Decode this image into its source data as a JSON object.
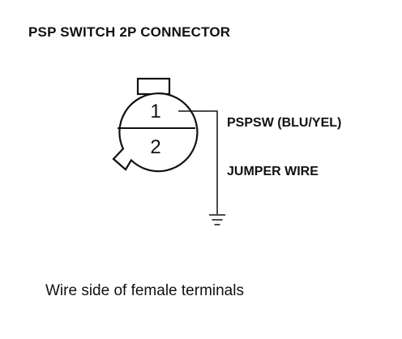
{
  "title": "PSP SWITCH 2P CONNECTOR",
  "connector": {
    "pins": [
      {
        "number": "1"
      },
      {
        "number": "2"
      }
    ]
  },
  "labels": {
    "signal_wire": "PSPSW (BLU/YEL)",
    "jumper_wire": "JUMPER WIRE"
  },
  "caption": "Wire side of female terminals"
}
